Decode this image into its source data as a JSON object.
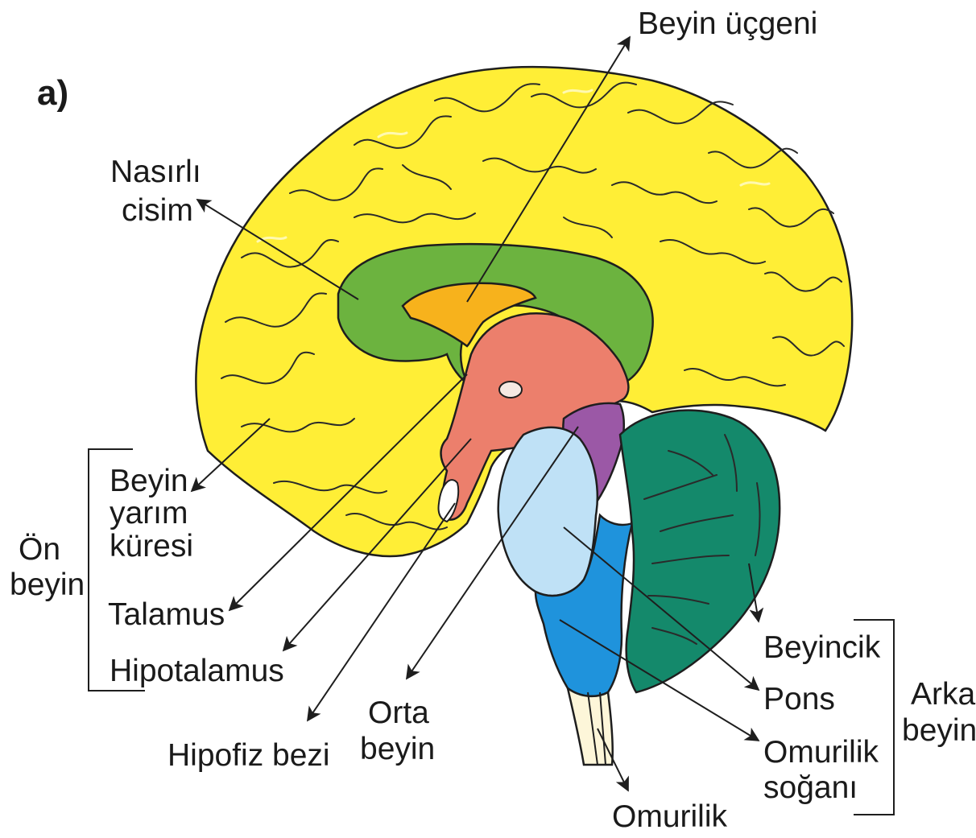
{
  "panel_label": "a)",
  "colors": {
    "cerebrum": "#ffee36",
    "corpus_callosum": "#6cb33f",
    "third_ventricle": "#f7b21c",
    "diencephalon": "#ec7f6c",
    "midbrain": "#9b58a6",
    "pons": "#bfe1f6",
    "medulla": "#1f93dc",
    "cerebellum": "#14896b",
    "spinal_cord": "#fdf6d9"
  },
  "labels": {
    "beyin_ucgeni": "Beyin üçgeni",
    "nasirli_cisim": [
      "Nasırlı",
      "cisim"
    ],
    "beyin_yarim_kuresi": [
      "Beyin",
      "yarım",
      "küresi"
    ],
    "talamus": "Talamus",
    "hipotalamus": "Hipotalamus",
    "hipofiz_bezi": "Hipofiz bezi",
    "orta_beyin": [
      "Orta",
      "beyin"
    ],
    "omurilik": "Omurilik",
    "beyincik": "Beyincik",
    "pons": "Pons",
    "omurilik_sogani": [
      "Omurilik",
      "soğanı"
    ]
  },
  "groups": {
    "on_beyin": [
      "Ön",
      "beyin"
    ],
    "arka_beyin": [
      "Arka",
      "beyin"
    ]
  }
}
